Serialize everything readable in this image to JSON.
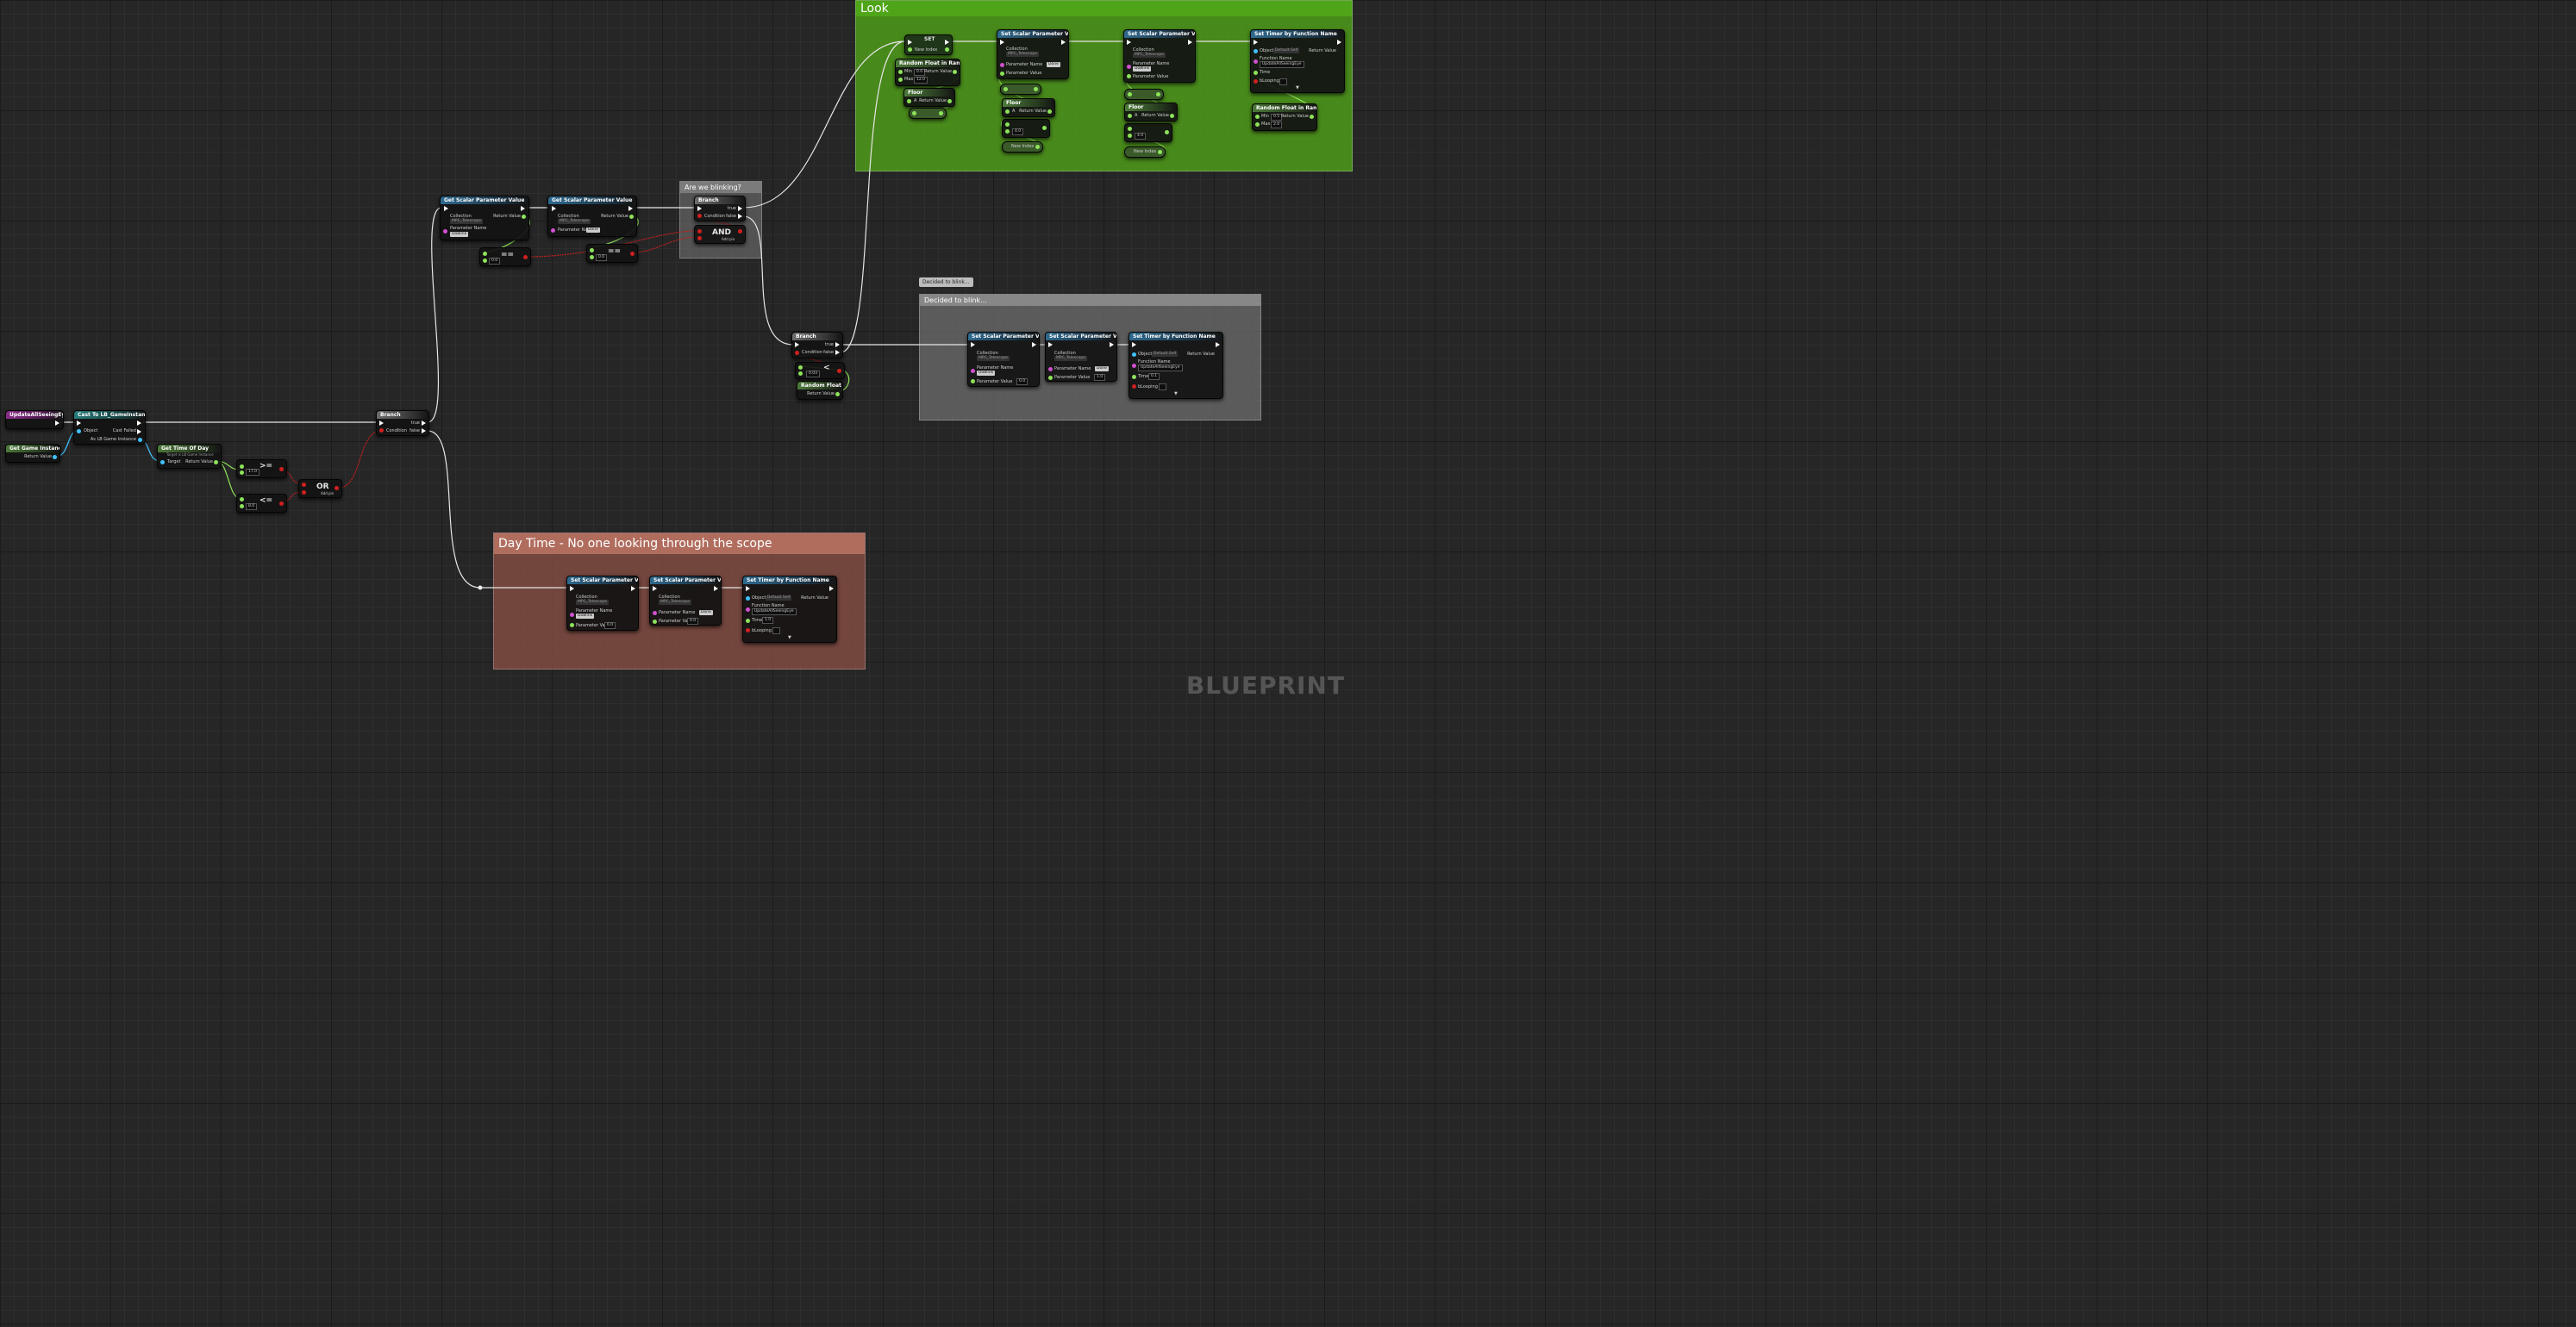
{
  "watermark": "BLUEPRINT",
  "colors": {
    "exec": "#ffffff",
    "float_pin": "#8ee35a",
    "object_pin": "#3fc3ff",
    "bool_pin": "#d02020",
    "name_pin": "#d050d0",
    "look_comment": "#4f9b1a",
    "blink_comment": "#6b6b6b",
    "day_comment": "#9c5a4e"
  },
  "comments": {
    "look": "Look",
    "are_we_blinking": "Are we blinking?",
    "decided_to_blink": "Decided to blink...",
    "decided_to_blink_tag": "Decided to blink...",
    "day_time": "Day Time - No one looking through the scope"
  },
  "nodes": {
    "event": {
      "title": "UpdateAllSeeingEye"
    },
    "get_game_instance": {
      "title": "Get Game Instance",
      "return": "Return Value"
    },
    "cast": {
      "title": "Cast To LB_GameInstance",
      "object": "Object",
      "cast_failed": "Cast Failed",
      "as": "As LB Game Instance"
    },
    "get_time_of_day": {
      "title": "Get Time Of Day",
      "subtitle": "Target is LB Game Instance",
      "target": "Target",
      "return": "Return Value"
    },
    "gte": {
      "op": ">=",
      "value": "17.0"
    },
    "lte": {
      "op": "<=",
      "value": "8.0"
    },
    "or": {
      "op": "OR",
      "add_pin": "Add pin"
    },
    "branch_main": {
      "title": "Branch",
      "condition": "Condition",
      "true": "true",
      "false": "false"
    },
    "get_scalar_1": {
      "title": "Get Scalar Parameter Value",
      "collection": "Collection",
      "collection_val": "MPC_Telescope",
      "param": "Parameter Name",
      "param_val": "DoBlink",
      "return": "Return Value"
    },
    "get_scalar_2": {
      "title": "Get Scalar Parameter Value",
      "collection": "Collection",
      "collection_val": "MPC_Telescope",
      "param": "Parameter Name",
      "param_val": "Done",
      "return": "Return Value"
    },
    "eq1": {
      "op": "==",
      "value": "0.0"
    },
    "eq2": {
      "op": "==",
      "value": "0.0"
    },
    "branch_blink": {
      "title": "Branch",
      "condition": "Condition",
      "true": "true",
      "false": "false"
    },
    "and": {
      "op": "AND",
      "add_pin": "Add pin"
    },
    "branch_decide": {
      "title": "Branch",
      "condition": "Condition",
      "true": "true",
      "false": "false"
    },
    "lt_decide": {
      "op": "<",
      "value": "0.03"
    },
    "random_float": {
      "title": "Random Float",
      "return": "Return Value"
    },
    "set_node": {
      "title": "SET",
      "pin": "New Index"
    },
    "random_float_range_1": {
      "title": "Random Float in Range",
      "min": "Min",
      "min_val": "0.0",
      "max": "Max",
      "max_val": "12.0",
      "return": "Return Value"
    },
    "floor_1": {
      "title": "Floor",
      "a": "A",
      "return": "Return Value"
    },
    "look_set_scalar_1": {
      "title": "Set Scalar Parameter Value",
      "collection": "Collection",
      "collection_val": "MPC_Telescope",
      "param": "Parameter Name",
      "param_val": "Done",
      "value": "Parameter Value"
    },
    "look_set_scalar_2": {
      "title": "Set Scalar Parameter Value",
      "collection": "Collection",
      "collection_val": "MPC_Telescope",
      "param": "Parameter Name",
      "param_val": "DoBlink",
      "value": "Parameter Value"
    },
    "floor_2": {
      "title": "Floor",
      "a": "A",
      "return": "Return Value"
    },
    "floor_3": {
      "title": "Floor",
      "a": "A",
      "return": "Return Value"
    },
    "new_index_1": {
      "title": "New Index"
    },
    "new_index_2": {
      "title": "New Index"
    },
    "mod_val_1": {
      "value": "4.0"
    },
    "mod_val_2": {
      "value": "4.0"
    },
    "look_timer": {
      "title": "Set Timer by Function Name",
      "object": "Object",
      "object_val": "Default Self",
      "function": "Function Name",
      "function_val": "UpdateAllSeeingEye",
      "time": "Time",
      "looping": "bLooping",
      "return": "Return Value"
    },
    "random_float_range_2": {
      "title": "Random Float in Range",
      "min": "Min",
      "min_val": "0.5",
      "max": "Max",
      "max_val": "2.0",
      "return": "Return Value"
    },
    "blink_set_scalar_1": {
      "title": "Set Scalar Parameter Value",
      "collection": "Collection",
      "collection_val": "MPC_Telescope",
      "param": "Parameter Name",
      "param_val": "DoBlink",
      "value": "Parameter Value",
      "value_val": "0.0"
    },
    "blink_set_scalar_2": {
      "title": "Set Scalar Parameter Value",
      "collection": "Collection",
      "collection_val": "MPC_Telescope",
      "param": "Parameter Name",
      "param_val": "Done",
      "value": "Parameter Value",
      "value_val": "1.0"
    },
    "blink_timer": {
      "title": "Set Timer by Function Name",
      "object": "Object",
      "object_val": "Default Self",
      "function": "Function Name",
      "function_val": "UpdateAllSeeingEye",
      "time": "Time",
      "time_val": "0.1",
      "looping": "bLooping",
      "return": "Return Value"
    },
    "day_set_scalar_1": {
      "title": "Set Scalar Parameter Value",
      "collection": "Collection",
      "collection_val": "MPC_Telescope",
      "param": "Parameter Name",
      "param_val": "DoBlink",
      "value": "Parameter Value",
      "value_val": "0.0"
    },
    "day_set_scalar_2": {
      "title": "Set Scalar Parameter Value",
      "collection": "Collection",
      "collection_val": "MPC_Telescope",
      "param": "Parameter Name",
      "param_val": "Done",
      "value": "Parameter Value",
      "value_val": "0.0"
    },
    "day_timer": {
      "title": "Set Timer by Function Name",
      "object": "Object",
      "object_val": "Default Self",
      "function": "Function Name",
      "function_val": "UpdateAllSeeingEye",
      "time": "Time",
      "time_val": "1.0",
      "looping": "bLooping",
      "return": "Return Value"
    }
  }
}
